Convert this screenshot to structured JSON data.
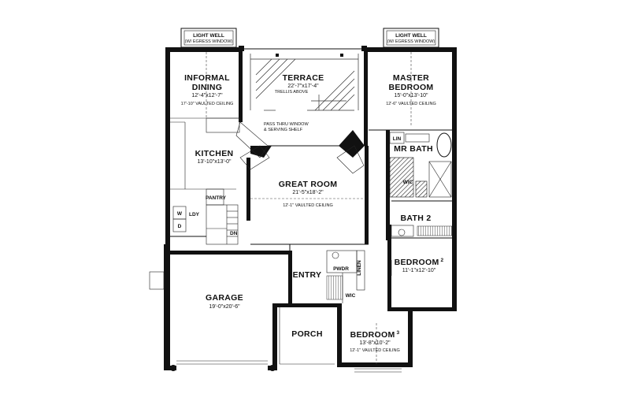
{
  "light_wells": [
    {
      "title": "LIGHT WELL",
      "note": "(W/ EGRESS WINDOW)"
    },
    {
      "title": "LIGHT WELL",
      "note": "(W/ EGRESS WINDOW)"
    }
  ],
  "rooms": {
    "informal_dining": {
      "line1": "INFORMAL",
      "line2": "DINING",
      "dims": "12'-4\"x12'-7\"",
      "note": "17'-10\" VAULTED CEILING"
    },
    "terrace": {
      "name": "TERRACE",
      "dims": "22'-7\"x17'-4\"",
      "note": "TRELLIS ABOVE"
    },
    "master_bedroom": {
      "line1": "MASTER",
      "line2": "BEDROOM",
      "dims": "15'-0\"x13'-10\"",
      "note": "12'-6\" VAULTED CEILING"
    },
    "kitchen": {
      "name": "KITCHEN",
      "dims": "13'-10\"x13'-0\""
    },
    "great_room": {
      "name": "GREAT ROOM",
      "dims": "21'-5\"x18'-2\"",
      "note": "12'-1\" VAULTED CEILING"
    },
    "mr_bath": {
      "name": "MR BATH"
    },
    "bath2": {
      "name": "BATH 2"
    },
    "bedroom2": {
      "name": "BEDROOM",
      "num": "2",
      "dims": "11'-1\"x12'-10\""
    },
    "entry": {
      "name": "ENTRY"
    },
    "garage": {
      "name": "GARAGE",
      "dims": "19'-0\"x20'-6\""
    },
    "porch": {
      "name": "PORCH"
    },
    "bedroom3": {
      "name": "BEDROOM",
      "num": "3",
      "dims": "13'-8\"x10'-2\"",
      "note": "12'-1\" VAULTED CEILING"
    }
  },
  "labels": {
    "pass_thru_1": "PASS THRU WINDOW",
    "pass_thru_2": "& SERVING SHELF",
    "pantry": "PANTRY",
    "laundry": "LDY",
    "washer": "W",
    "dryer": "D",
    "down": "DN",
    "powder": "PWDR",
    "linen": "LINEN",
    "wic_master": "WIC",
    "wic_entry": "WIC",
    "lin_master": "LIN"
  }
}
